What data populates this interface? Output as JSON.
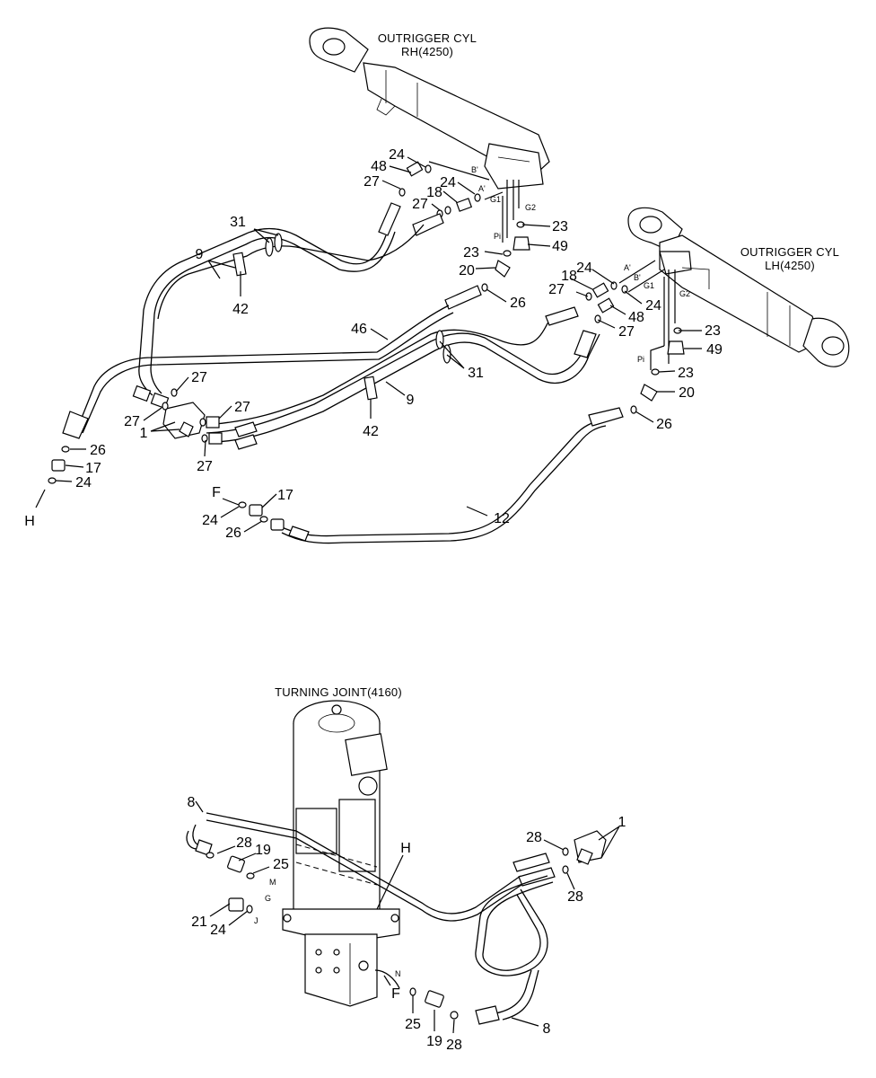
{
  "titles": {
    "rh_cyl_line1": "OUTRIGGER CYL",
    "rh_cyl_line2": "RH(4250)",
    "lh_cyl_line1": "OUTRIGGER CYL",
    "lh_cyl_line2": "LH(4250)",
    "turning_joint": "TURNING JOINT(4160)"
  },
  "ports": {
    "rh_b": "B'",
    "rh_a": "A'",
    "rh_g1": "G1",
    "rh_g2": "G2",
    "rh_pi": "Pi",
    "lh_a": "A'",
    "lh_b": "B'",
    "lh_g1": "G1",
    "lh_g2": "G2",
    "lh_pi": "Pi",
    "tj_m": "M",
    "tj_g": "G",
    "tj_j": "J",
    "tj_n": "N"
  },
  "labels": {
    "l24a": "24",
    "l48a": "48",
    "l27a": "27",
    "l24b": "24",
    "l18a": "18",
    "l27b": "27",
    "l23a": "23",
    "l49a": "49",
    "l23b": "23",
    "l20a": "20",
    "l26a": "26",
    "l31a": "31",
    "l9a": "9",
    "l42a": "42",
    "l46": "46",
    "l18b": "18",
    "l24c": "24",
    "l27c": "27",
    "l24d": "24",
    "l48b": "48",
    "l27d": "27",
    "l23c": "23",
    "l49b": "49",
    "l23d": "23",
    "l20b": "20",
    "l26b": "26",
    "l31b": "31",
    "l9b": "9",
    "l42b": "42",
    "l27e": "27",
    "l27f": "27",
    "l27g": "27",
    "l1a": "1",
    "l27h": "27",
    "l26c": "26",
    "l17a": "17",
    "l24e": "24",
    "lH1": "H",
    "lF1": "F",
    "l17b": "17",
    "l24f": "24",
    "l26d": "26",
    "l12": "12",
    "l8a": "8",
    "l28a": "28",
    "l19a": "19",
    "l25a": "25",
    "lH2": "H",
    "l21": "21",
    "l24g": "24",
    "lF2": "F",
    "l25b": "25",
    "l19b": "19",
    "l28b": "28",
    "l8b": "8",
    "l28c": "28",
    "l1b": "1",
    "l28d": "28"
  }
}
